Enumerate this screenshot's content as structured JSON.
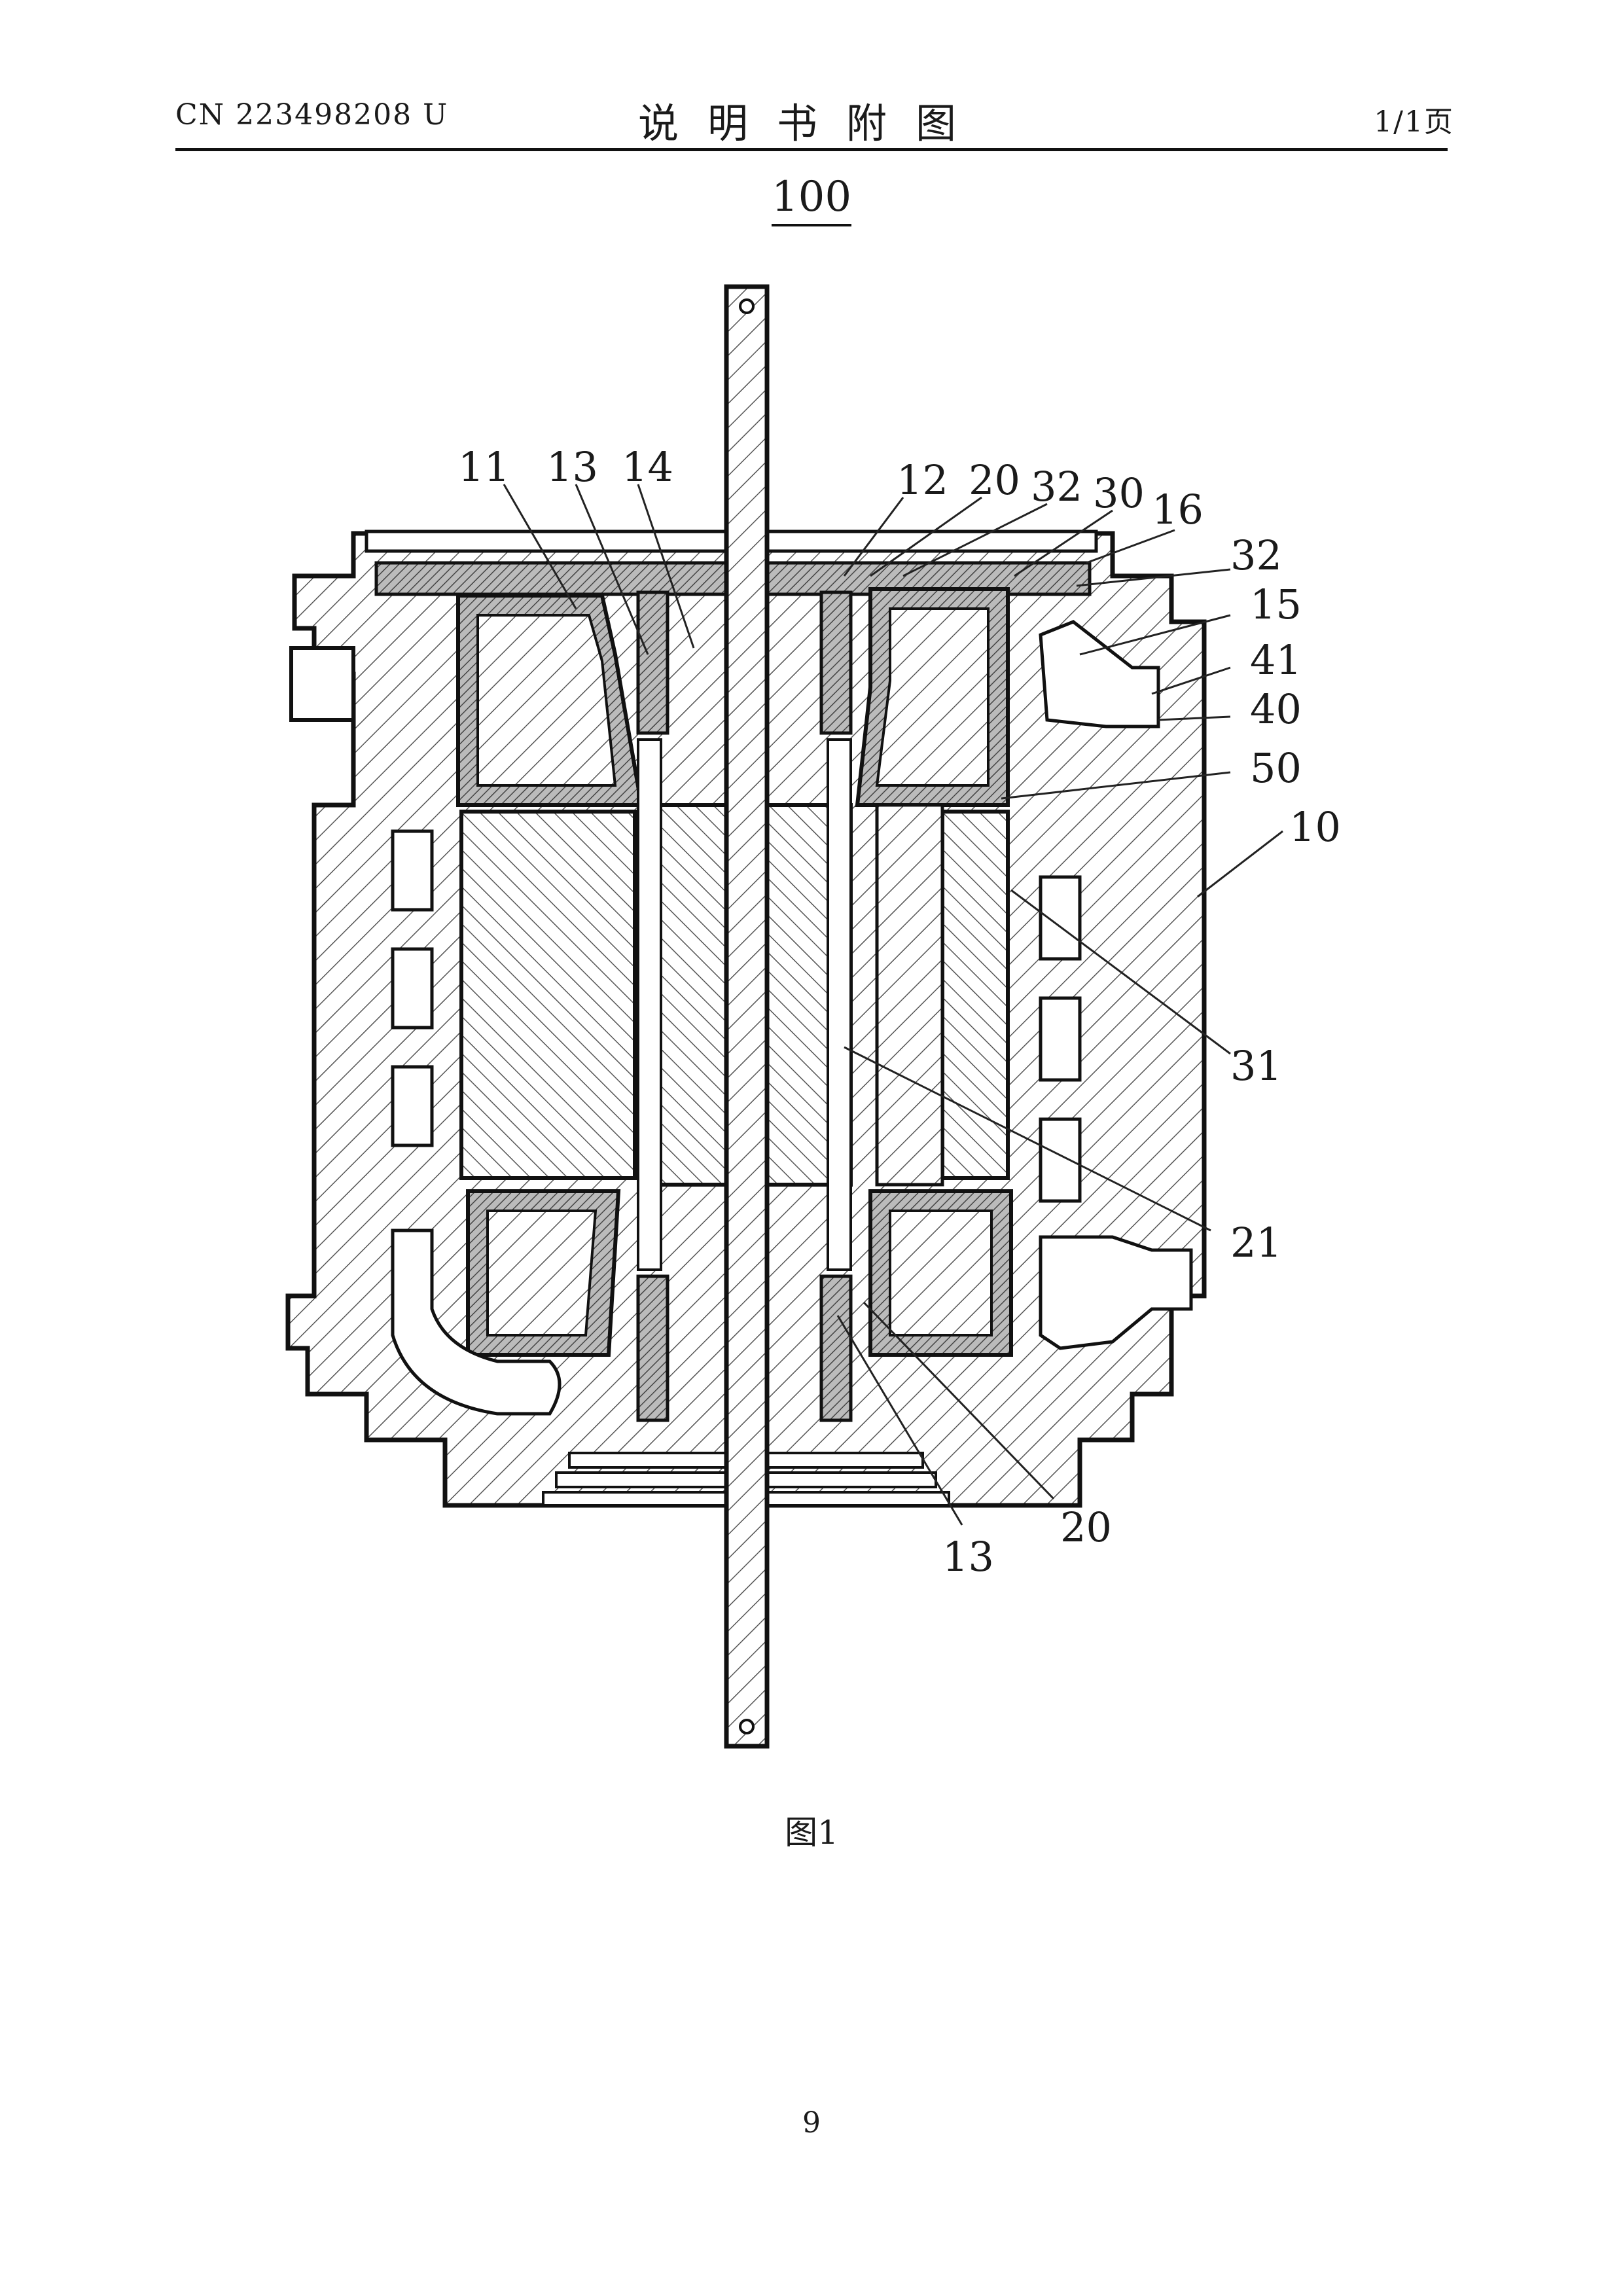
{
  "header": {
    "publication_number": "CN 223498208 U",
    "title": "说明书附图",
    "page_info": "1/1页"
  },
  "figure": {
    "reference": "100",
    "caption": "图1",
    "callouts": [
      "11",
      "13",
      "14",
      "12",
      "20",
      "32",
      "30",
      "16",
      "32",
      "15",
      "41",
      "40",
      "50",
      "10",
      "31",
      "21",
      "20",
      "13"
    ]
  },
  "footer": {
    "page_number": "9"
  }
}
